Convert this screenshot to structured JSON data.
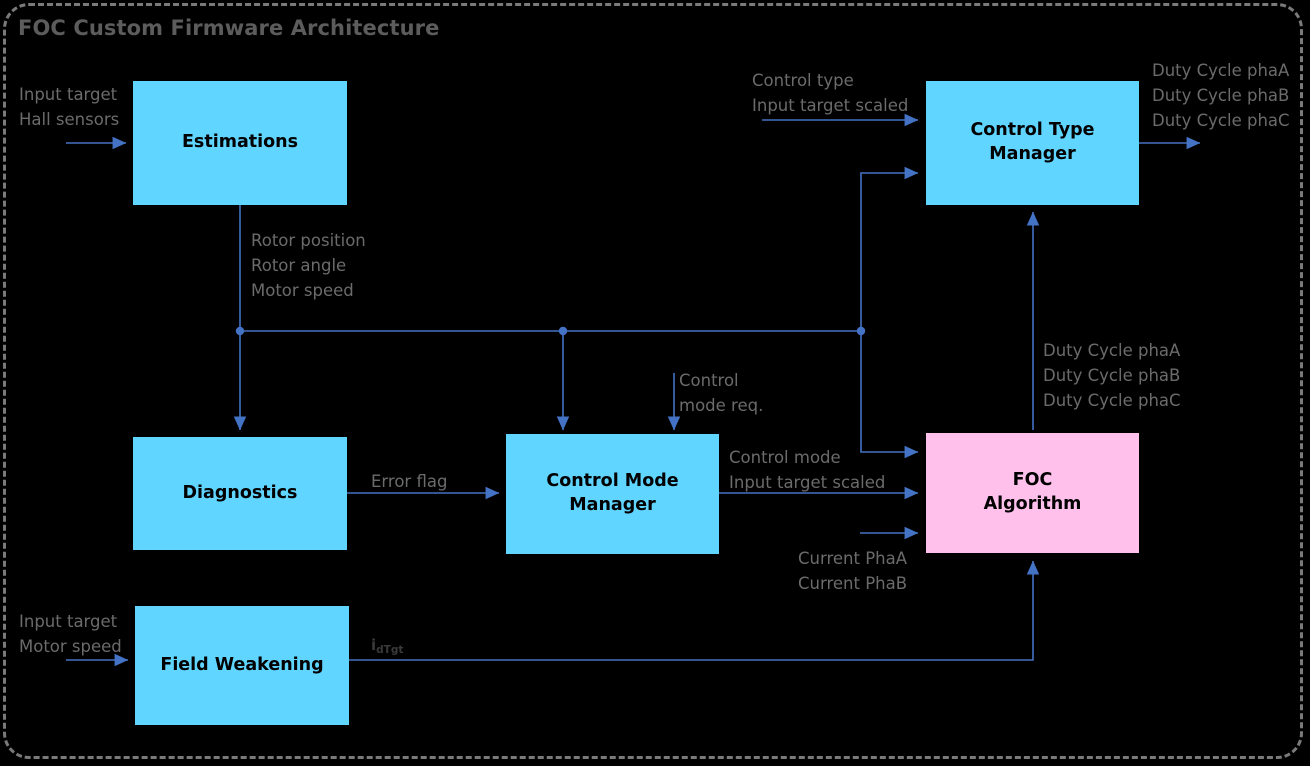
{
  "diagram": {
    "title": "FOC Custom Firmware Architecture",
    "background": "#000000",
    "frame_color": "#7a7a7a",
    "node_fill_primary": "#5FD5FF",
    "node_fill_accent": "#FFC0EB",
    "wire_color": "#4472C4",
    "label_color": "#6b6b6b",
    "node_text_color": "#000000"
  },
  "nodes": {
    "estimations": {
      "label": "Estimations",
      "fill": "#5FD5FF"
    },
    "control_type_manager": {
      "label": "Control Type\nManager",
      "line1": "Control Type",
      "line2": "Manager",
      "fill": "#5FD5FF"
    },
    "diagnostics": {
      "label": "Diagnostics",
      "fill": "#5FD5FF"
    },
    "control_mode_manager": {
      "line1": "Control Mode",
      "line2": "Manager",
      "fill": "#5FD5FF"
    },
    "foc_algorithm": {
      "line1": "FOC",
      "line2": "Algorithm",
      "fill": "#FFC0EB"
    },
    "field_weakening": {
      "label": "Field Weakening",
      "fill": "#5FD5FF"
    }
  },
  "signals": {
    "estimations_in": {
      "line1": "Input target",
      "line2": "Hall sensors"
    },
    "estimations_out": {
      "line1": "Rotor position",
      "line2": "Rotor angle",
      "line3": "Motor speed"
    },
    "ctm_in": {
      "line1": "Control type",
      "line2": "Input target scaled"
    },
    "ctm_out": {
      "line1": "Duty Cycle phaA",
      "line2": "Duty Cycle phaB",
      "line3": "Duty Cycle phaC"
    },
    "foc_duty_out": {
      "line1": "Duty Cycle phaA",
      "line2": "Duty Cycle phaB",
      "line3": "Duty Cycle phaC"
    },
    "error_flag": {
      "line1": "Error flag"
    },
    "control_mode_req": {
      "line1": "Control",
      "line2": "mode req."
    },
    "foc_in_mode": {
      "line1": "Control mode",
      "line2": "Input target scaled"
    },
    "foc_in_current": {
      "line1": "Current PhaA",
      "line2": "Current PhaB"
    },
    "field_weakening_in": {
      "line1": "Input target",
      "line2": "Motor speed"
    },
    "field_weakening_out": {
      "base": "i",
      "sub": "dTgt"
    }
  }
}
